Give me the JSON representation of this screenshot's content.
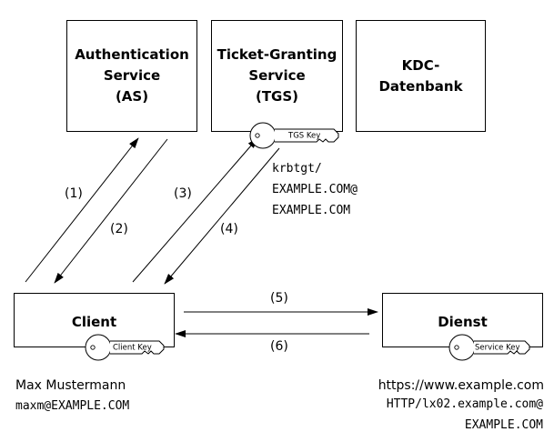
{
  "boxes": {
    "as": "Authentication\nService\n(AS)",
    "tgs": "Ticket-Granting\nService\n(TGS)",
    "kdc": "KDC-\nDatenbank",
    "client": "Client",
    "dienst": "Dienst"
  },
  "keys": {
    "tgs": "TGS Key",
    "client": "Client Key",
    "service": "Service Key"
  },
  "arrows": [
    "(1)",
    "(2)",
    "(3)",
    "(4)",
    "(5)",
    "(6)"
  ],
  "tgs_principal": "krbtgt/\nEXAMPLE.COM@\nEXAMPLE.COM",
  "client_info": {
    "name": "Max Mustermann",
    "principal": "maxm@EXAMPLE.COM"
  },
  "service_info": {
    "url": "https://www.example.com",
    "principal": "HTTP/lx02.example.com@\nEXAMPLE.COM"
  }
}
